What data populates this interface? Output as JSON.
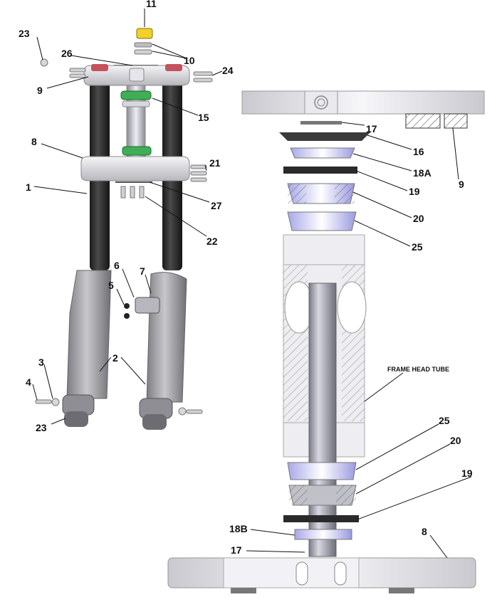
{
  "diagram": {
    "callouts": {
      "c1": "1",
      "c2a": "2",
      "c3": "3",
      "c4": "4",
      "c5": "5",
      "c6": "6",
      "c7": "7",
      "c8a": "8",
      "c9a": "9",
      "c10": "10",
      "c11": "11",
      "c15": "15",
      "c21": "21",
      "c22": "22",
      "c23a": "23",
      "c23b": "23",
      "c24": "24",
      "c26": "26",
      "c27": "27",
      "c9b": "9",
      "c16": "16",
      "c17a": "17",
      "c18a": "18A",
      "c19a": "19",
      "c20a": "20",
      "c25a": "25",
      "c25b": "25",
      "c20b": "20",
      "c19b": "19",
      "c18b": "18B",
      "c17b": "17",
      "c8b": "8"
    },
    "frame_label": "FRAME HEAD TUBE"
  }
}
